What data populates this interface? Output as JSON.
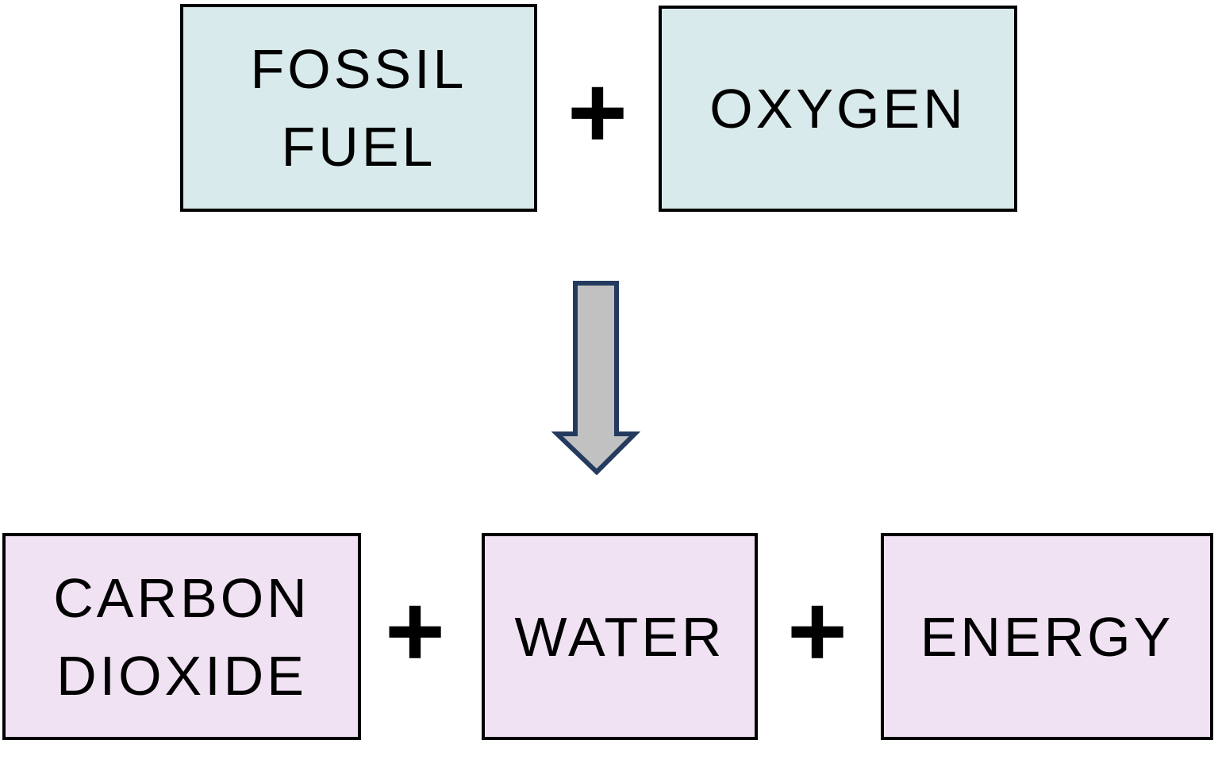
{
  "diagram": {
    "equation": {
      "plus": "+",
      "reactants": {
        "fossil_fuel": "FOSSIL\nFUEL",
        "oxygen": "OXYGEN"
      },
      "products": {
        "carbon_dioxide": "CARBON\nDIOXIDE",
        "water": "WATER",
        "energy": "ENERGY"
      }
    },
    "arrow": {
      "direction": "down",
      "fill": "#c1c1c1",
      "outline": "#243a5e"
    },
    "colors": {
      "background": "#ffffff",
      "reactant_box_fill": "#d9eaec",
      "product_box_fill": "#f0e1f3",
      "box_border": "#000000",
      "text": "#000000"
    }
  }
}
